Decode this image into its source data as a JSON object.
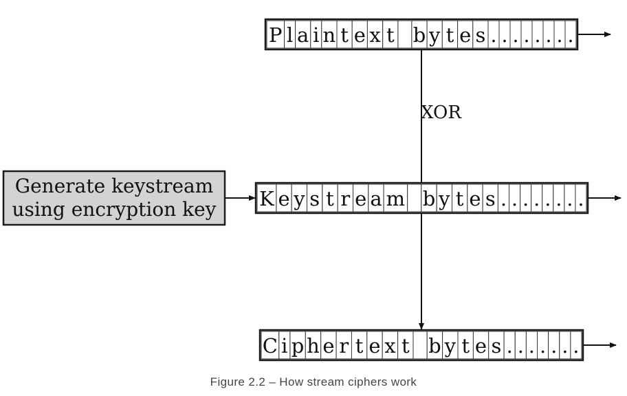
{
  "diagram": {
    "rows": [
      {
        "id": "plaintext",
        "label": "Plaintext bytes",
        "trailing_dots": 8
      },
      {
        "id": "keystream",
        "label": "Keystream bytes",
        "trailing_dots": 8
      },
      {
        "id": "ciphertext",
        "label": "Ciphertext bytes",
        "trailing_dots": 7
      }
    ],
    "generator": {
      "lines": [
        "Generate keystream",
        "using encryption key"
      ]
    },
    "operation_label": "XOR",
    "colors": {
      "stroke": "#1a1a1a",
      "cell_fill": "#ffffff",
      "generator_fill": "#d3d3d3",
      "text": "#111111"
    }
  },
  "caption": "Figure 2.2 – How stream ciphers work"
}
